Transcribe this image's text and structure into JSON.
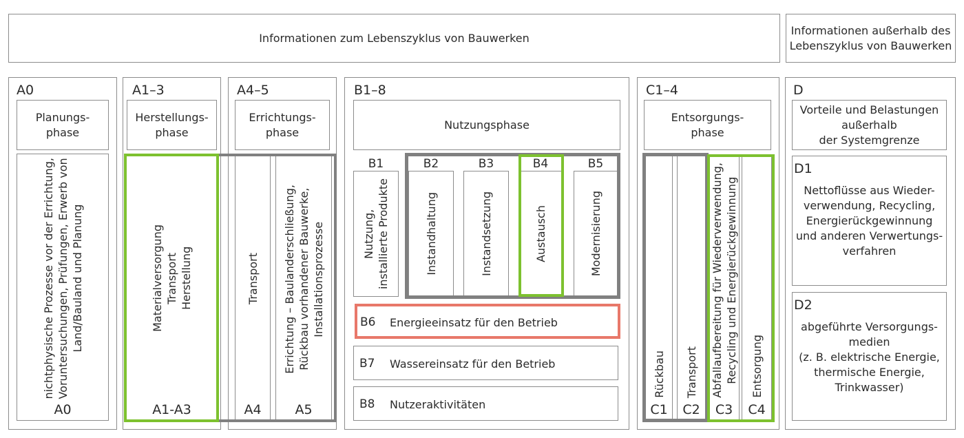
{
  "header": {
    "lifecycle": "Informationen zum Lebenszyklus von Bauwerken",
    "outside": "Informationen außerhalb des\nLebenszyklus von Bauwerken"
  },
  "colors": {
    "border": "#8c8c8c",
    "gray_highlight": "#808080",
    "green_highlight": "#7dc12f",
    "red_highlight": "#e8786a"
  },
  "a0": {
    "code": "A0",
    "phase": "Planungs-\nphase",
    "process": "nichtphysische Prozesse vor der Errichtung,\nVoruntersuchungen, Prüfungen, Erwerb von\nLand/Bauland und Planung",
    "bottom": "A0"
  },
  "a13": {
    "code": "A1–3",
    "phase": "Herstellungs-\nphase",
    "process": "Materialversorgung\nTransport\nHerstellung",
    "bottom": "A1-A3"
  },
  "a45": {
    "code": "A4–5",
    "phase": "Errichtungs-\nphase",
    "a4_text": "Transport",
    "a4_code": "A4",
    "a5_text": "Errichtung – Baulanderschließung,\nRückbau vorhandener Bauwerke,\nInstallationsprozesse",
    "a5_code": "A5"
  },
  "b": {
    "code": "B1–8",
    "phase": "Nutzungsphase",
    "b1_code": "B1",
    "b1_text": "Nutzung,\ninstallierte Produkte",
    "b2_code": "B2",
    "b2_text": "Instandhaltung",
    "b3_code": "B3",
    "b3_text": "Instandsetzung",
    "b4_code": "B4",
    "b4_text": "Austausch",
    "b5_code": "B5",
    "b5_text": "Modernisierung",
    "b6_code": "B6",
    "b6_text": "Energieeinsatz für den Betrieb",
    "b7_code": "B7",
    "b7_text": "Wassereinsatz für den Betrieb",
    "b8_code": "B8",
    "b8_text": "Nutzeraktivitäten"
  },
  "c": {
    "code": "C1–4",
    "phase": "Entsorgungs-\nphase",
    "c1_text": "Rückbau",
    "c1_code": "C1",
    "c2_text": "Transport",
    "c2_code": "C2",
    "c3_text": "Abfallaufbereitung für Wiederverwendung,\nRecycling und Energierückgewinnung",
    "c3_code": "C3",
    "c4_text": "Entsorgung",
    "c4_code": "C4"
  },
  "d": {
    "code": "D",
    "phase": "Vorteile und Belastungen\naußerhalb\nder Systemgrenze",
    "d1_code": "D1",
    "d1_text": "Nettoflüsse aus Wieder-\nverwendung, Recycling,\nEnergierückgewinnung\nund anderen Verwertungs-\nverfahren",
    "d2_code": "D2",
    "d2_text": "abgeführte Versorgungs-\nmedien\n(z. B. elektrische Energie,\nthermische Energie,\nTrinkwasser)"
  }
}
